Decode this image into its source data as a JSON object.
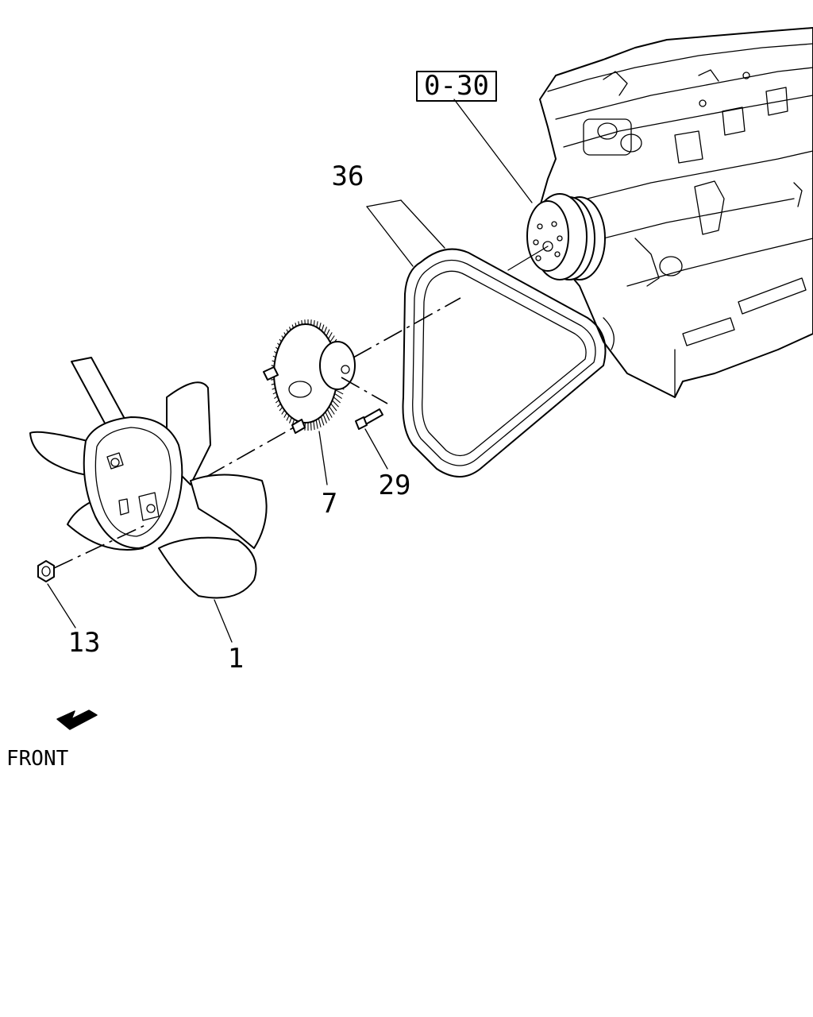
{
  "callouts": {
    "ref_box": "0-30",
    "belt": "36",
    "clutch": "7",
    "bolt": "29",
    "nut": "13",
    "fan": "1"
  },
  "direction": {
    "label": "FRONT",
    "icon": "arrow-front-icon"
  }
}
